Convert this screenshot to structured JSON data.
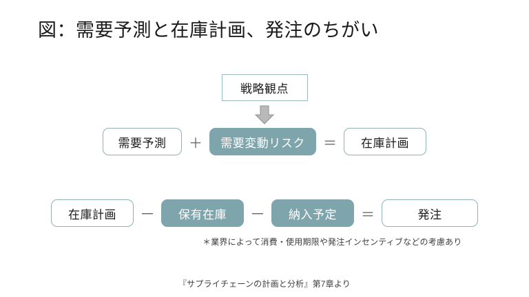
{
  "slide": {
    "title": "図：需要予測と在庫計画、発注のちがい",
    "footnote": "＊業界によって消費・使用期限や発注インセンティブなどの考慮あり",
    "citation": "『サプライチェーンの計画と分析』第7章より"
  },
  "strategy": {
    "label": "戦略観点",
    "arrow_icon": "down-block-arrow-icon"
  },
  "equations": [
    {
      "id": "demand-to-inventory-plan",
      "terms": [
        {
          "label": "需要予測",
          "style": "outline"
        },
        {
          "label": "＋",
          "style": "operator"
        },
        {
          "label": "需要変動リスク",
          "style": "filled"
        },
        {
          "label": "＝",
          "style": "operator"
        },
        {
          "label": "在庫計画",
          "style": "outline"
        }
      ]
    },
    {
      "id": "inventory-plan-to-order",
      "terms": [
        {
          "label": "在庫計画",
          "style": "outline"
        },
        {
          "label": "－",
          "style": "operator"
        },
        {
          "label": "保有在庫",
          "style": "filled"
        },
        {
          "label": "－",
          "style": "operator"
        },
        {
          "label": "納入予定",
          "style": "filled"
        },
        {
          "label": "＝",
          "style": "operator"
        },
        {
          "label": "発注",
          "style": "outline"
        }
      ]
    }
  ],
  "colors": {
    "accent_fill": "#7ea4ac",
    "accent_border": "#8fb0ba",
    "strategy_border": "#9cb9c2",
    "arrow_fill": "#b9b9b9",
    "arrow_border": "#8f8f8f",
    "text_primary": "#1a1a1a",
    "text_secondary": "#3d3d3d",
    "operator": "#6b6b6b",
    "background": "#ffffff"
  }
}
